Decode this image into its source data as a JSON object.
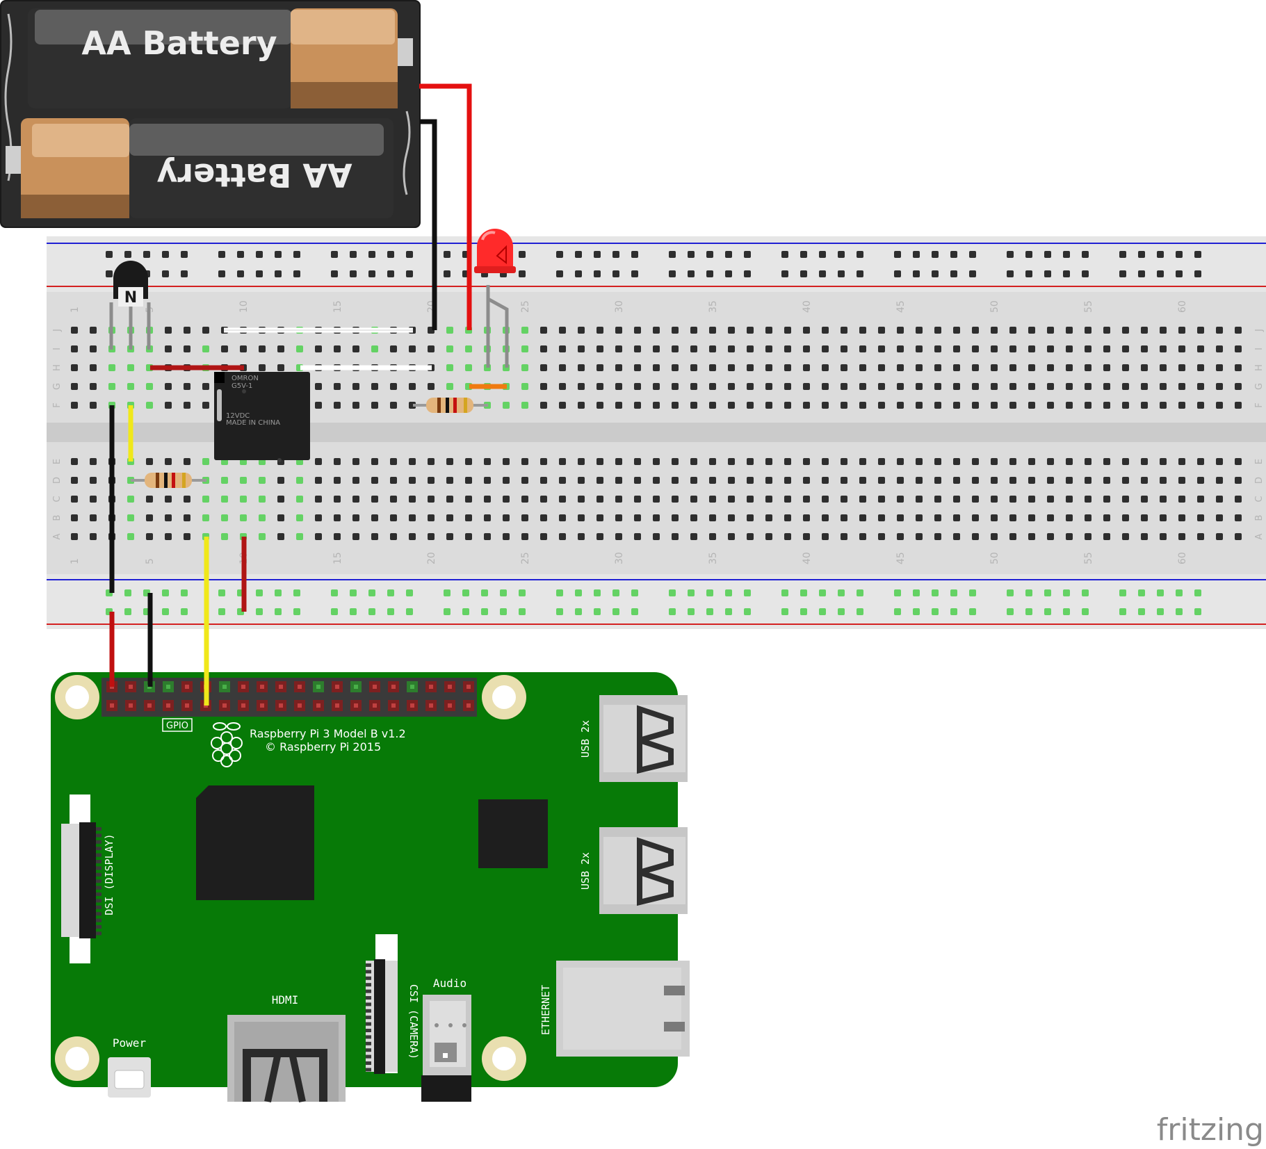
{
  "battery": {
    "top_label": "AA Battery",
    "bottom_label": "AA Battery"
  },
  "breadboard": {
    "col_numbers": [
      "1",
      "5",
      "10",
      "15",
      "20",
      "25",
      "30",
      "35",
      "40",
      "45",
      "50",
      "55",
      "60"
    ],
    "top_rows": [
      "J",
      "I",
      "H",
      "G",
      "F"
    ],
    "bottom_rows": [
      "E",
      "D",
      "C",
      "B",
      "A"
    ]
  },
  "relay": {
    "brand": "OMRON",
    "model": "G5V-1",
    "voltage": "12VDC",
    "origin": "MADE IN CHINA"
  },
  "pi": {
    "title": "Raspberry Pi 3 Model B v1.2",
    "copyright": "© Raspberry Pi 2015",
    "gpio": "GPIO",
    "usb_top": "USB 2x",
    "usb_bottom": "USB 2x",
    "ethernet": "ETHERNET",
    "dsi": "DSI (DISPLAY)",
    "csi": "CSI (CAMERA)",
    "audio": "Audio",
    "hdmi": "HDMI",
    "power": "Power"
  },
  "watermark": "fritzing",
  "colors": {
    "pi_board": "#077a07",
    "breadboard": "#e6e6e6",
    "wire_red": "#e41010",
    "wire_black": "#111111",
    "wire_yellow": "#f0e81a",
    "wire_white": "#ffffff",
    "wire_orange": "#f07a10",
    "wire_darkred": "#b01515",
    "led": "#ff2a2a",
    "active_hole": "#64d264",
    "rail_red": "#d42020",
    "rail_blue": "#2020d4"
  }
}
